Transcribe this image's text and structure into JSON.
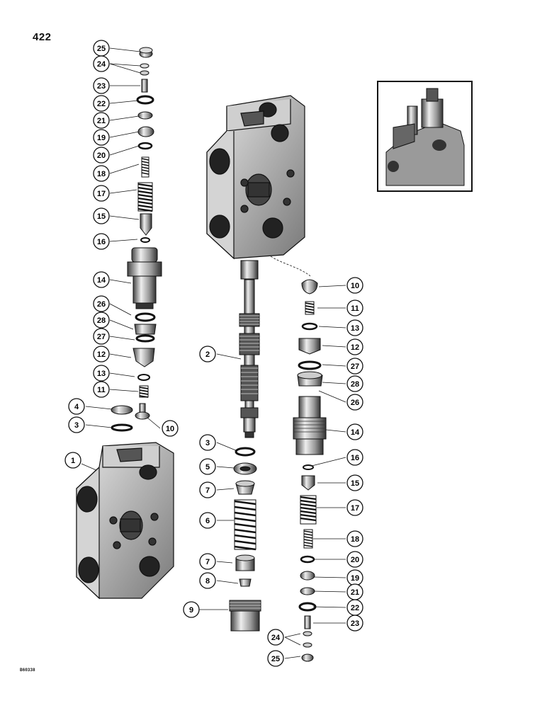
{
  "page": {
    "number": "422",
    "reference_code": "B60338"
  },
  "colors": {
    "ink": "#111111",
    "paper": "#ffffff",
    "part_shade": "#b8b8b8",
    "part_dark": "#3a3a3a"
  },
  "callouts_left": [
    "25",
    "24",
    "23",
    "22",
    "21",
    "19",
    "20",
    "18",
    "17",
    "15",
    "16",
    "14",
    "26",
    "28",
    "27",
    "12",
    "13",
    "11",
    "4",
    "3",
    "10",
    "1"
  ],
  "callouts_center": [
    "2",
    "3",
    "5",
    "7",
    "6",
    "7",
    "8",
    "9"
  ],
  "callouts_right": [
    "10",
    "11",
    "13",
    "12",
    "27",
    "28",
    "26",
    "14",
    "16",
    "15",
    "17",
    "18",
    "20",
    "19",
    "21",
    "22",
    "23",
    "24",
    "25"
  ]
}
